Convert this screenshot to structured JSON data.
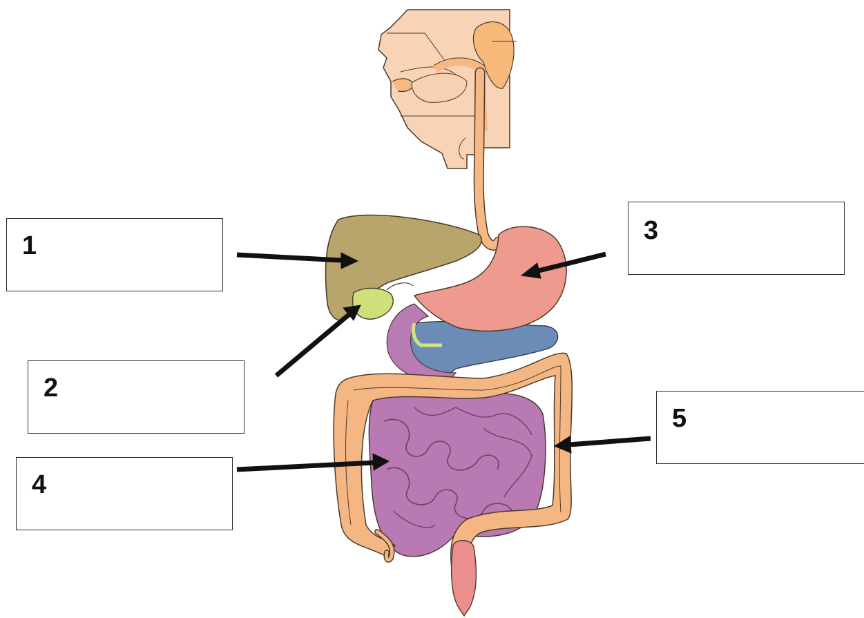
{
  "diagram": {
    "type": "digestive-system-labeling",
    "labels": [
      {
        "number": "1",
        "target": "liver"
      },
      {
        "number": "2",
        "target": "gallbladder"
      },
      {
        "number": "3",
        "target": "stomach"
      },
      {
        "number": "4",
        "target": "small-intestine"
      },
      {
        "number": "5",
        "target": "large-intestine"
      }
    ]
  },
  "colors": {
    "head": "#f8d0b2",
    "esophagus": "#f6b985",
    "liver": "#b8a56c",
    "gallbladder": "#cfe07a",
    "stomach": "#ef9a8e",
    "pancreas": "#6c8cb8",
    "small_intestine": "#b87ab3",
    "large_intestine": "#f3b681",
    "rectum": "#ea8f8d",
    "arrow": "#111111"
  }
}
